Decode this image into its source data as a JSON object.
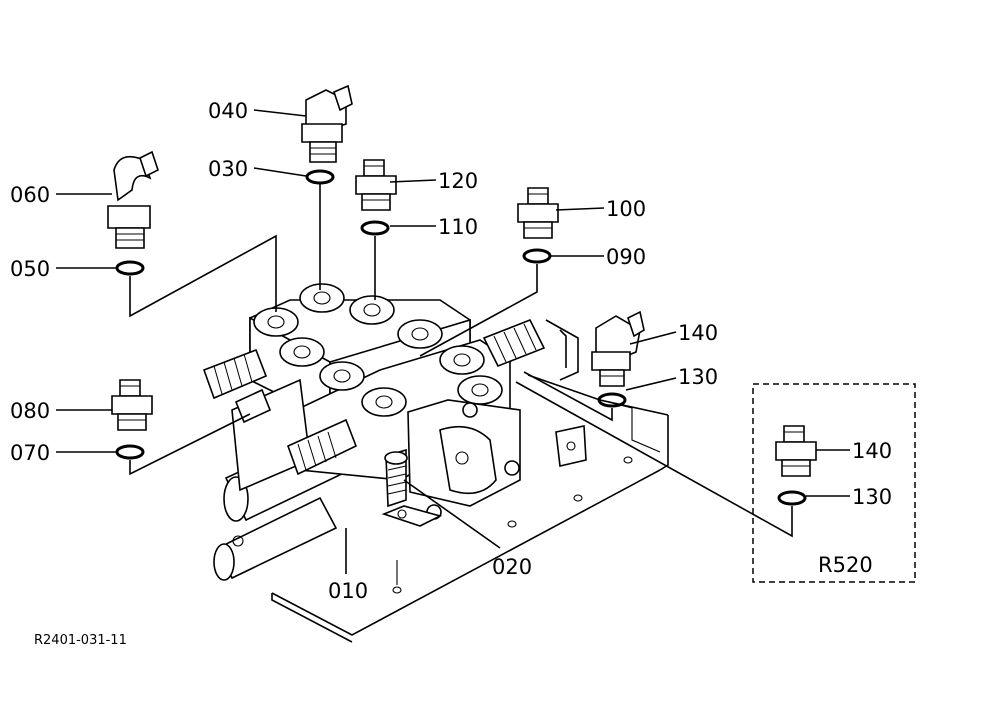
{
  "callouts": {
    "c010": "010",
    "c020": "020",
    "c030": "030",
    "c040": "040",
    "c050": "050",
    "c060": "060",
    "c070": "070",
    "c080": "080",
    "c090": "090",
    "c100": "100",
    "c110": "110",
    "c120": "120",
    "c130": "130",
    "c140": "140",
    "c130b": "130",
    "c140b": "140"
  },
  "variant_box": {
    "label": "R520"
  },
  "drawing_ref": "R2401-031-11"
}
